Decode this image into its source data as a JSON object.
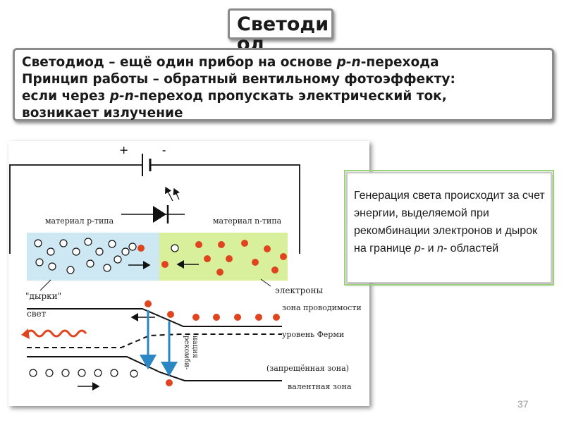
{
  "slide": {
    "title": "Светоди од",
    "page_number": "37"
  },
  "definition": {
    "line1_a": "Светодиод – ещё один прибор на основе ",
    "line1_em": "p-n",
    "line1_b": "-перехода",
    "line2": "Принцип работы – обратный вентильному фотоэффекту:",
    "line3_a": "если через ",
    "line3_em": "p-n",
    "line3_b": "-переход пропускать электрический ток,",
    "line4": "возникает излучение"
  },
  "diagram": {
    "plus": "+",
    "minus": "-",
    "p_material": "материал р-типа",
    "n_material": "материал n-типа",
    "holes_label": "\"дырки\"",
    "electrons_label": "электроны",
    "conduction_band": "зона проводимости",
    "fermi_level": "уровень Ферми",
    "light": "свет",
    "recombination": "рекомби-нация",
    "recomb_line1": "рекомби-",
    "recomb_line2": "нация",
    "band_gap": "(запрещённая зона)",
    "valence_band": "валентная зона",
    "colors": {
      "p_region": "#cde8f3",
      "n_region": "#d8ef9c",
      "electron": "#e0441f",
      "arrow_blue": "#2a87c4",
      "light_wave": "#e0441f"
    }
  },
  "note": {
    "text_a": "Генерация света происходит за счет энергии, выделяемой при рекомбинации электронов и дырок на границе ",
    "p": "р-",
    "mid": " и ",
    "n": "n-",
    "text_b": " областей"
  }
}
